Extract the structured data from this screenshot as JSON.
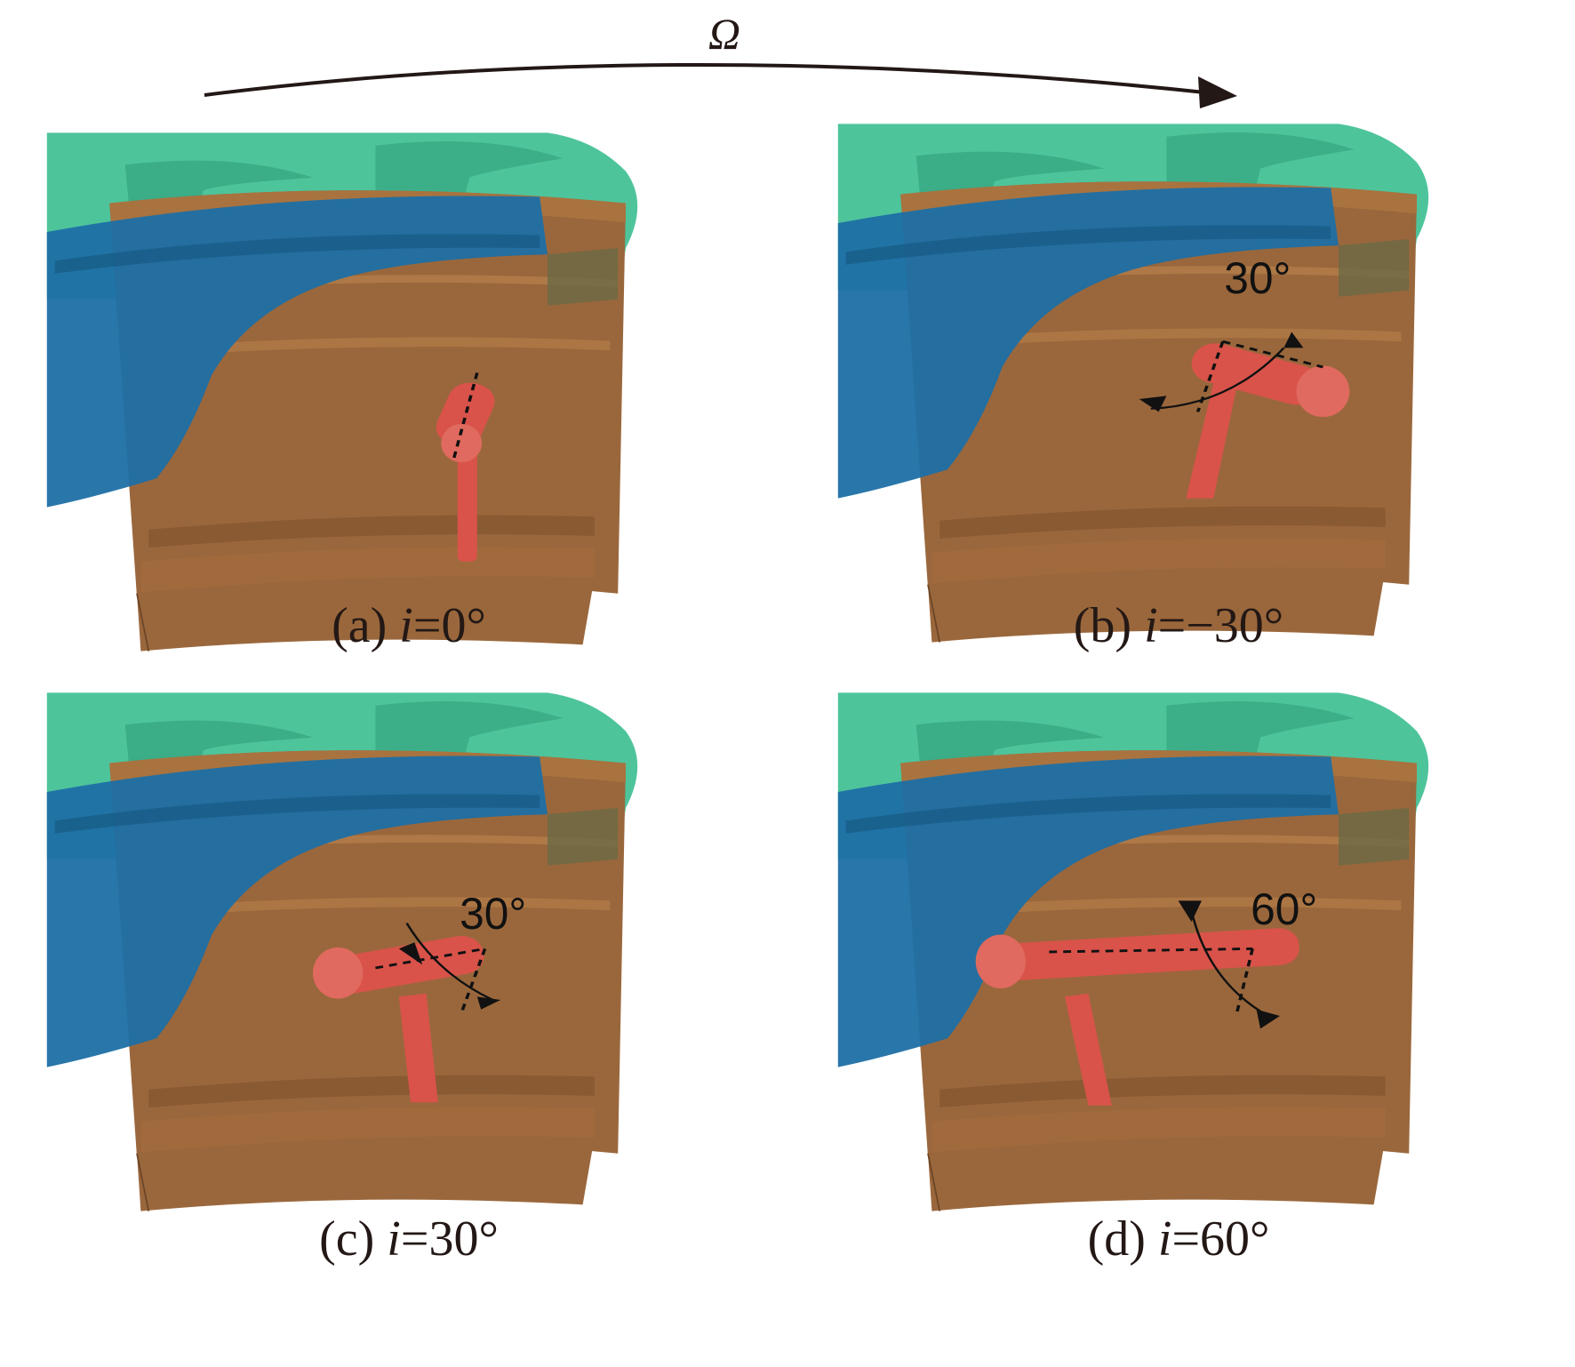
{
  "rotation_symbol": "Ω",
  "panels": [
    {
      "id": "a",
      "label_prefix": "(a) ",
      "label_var": "i",
      "label_value": "=0°",
      "incidence_deg": 0,
      "angle_annotation": ""
    },
    {
      "id": "b",
      "label_prefix": "(b) ",
      "label_var": "i",
      "label_value": "=−30°",
      "incidence_deg": -30,
      "angle_annotation": "30°"
    },
    {
      "id": "c",
      "label_prefix": "(c) ",
      "label_var": "i",
      "label_value": "=30°",
      "incidence_deg": 30,
      "angle_annotation": "30°"
    },
    {
      "id": "d",
      "label_prefix": "(d) ",
      "label_var": "i",
      "label_value": "=60°",
      "incidence_deg": 60,
      "angle_annotation": "60°"
    }
  ],
  "colors": {
    "shroud": "#3fbf93",
    "blade": "#1d6fa5",
    "hub": "#9a673c",
    "probe": "#d9534a",
    "arrow": "#231815"
  }
}
